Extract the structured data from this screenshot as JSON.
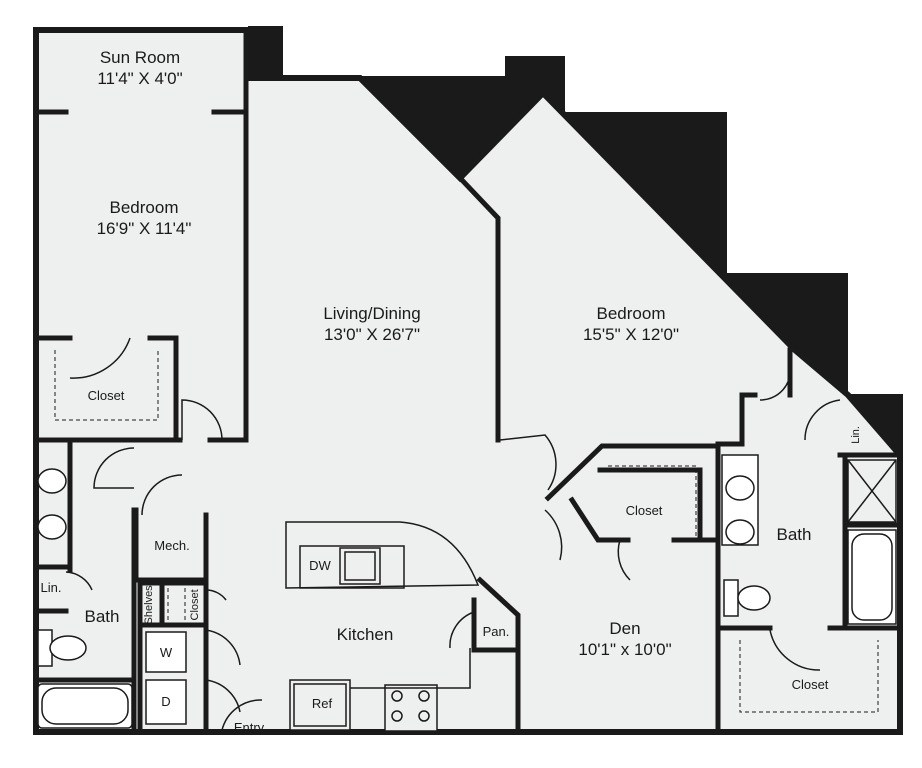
{
  "rooms": {
    "sun_room": {
      "name": "Sun Room",
      "dims": "11'4\" X 4'0\""
    },
    "bedroom_1": {
      "name": "Bedroom",
      "dims": "16'9\" X 11'4\""
    },
    "living_dining": {
      "name": "Living/Dining",
      "dims": "13'0\" X 26'7\""
    },
    "bedroom_2": {
      "name": "Bedroom",
      "dims": "15'5\" X 12'0\""
    },
    "den": {
      "name": "Den",
      "dims": "10'1\" x 10'0\""
    },
    "kitchen": {
      "name": "Kitchen"
    },
    "bath_left": {
      "name": "Bath"
    },
    "bath_right": {
      "name": "Bath"
    }
  },
  "labels": {
    "closet_bedroom1": "Closet",
    "closet_den": "Closet",
    "closet_bath_right": "Closet",
    "closet_small": "Closet",
    "mech": "Mech.",
    "shelves": "Shelves",
    "lin_left": "Lin.",
    "lin_right": "Lin.",
    "dw": "DW",
    "pan": "Pan.",
    "ref": "Ref",
    "washer": "W",
    "dryer": "D",
    "entry": "Entry"
  },
  "colors": {
    "wall": "#1a1a1a",
    "floor": "#eef0ef",
    "background": "#ffffff"
  }
}
